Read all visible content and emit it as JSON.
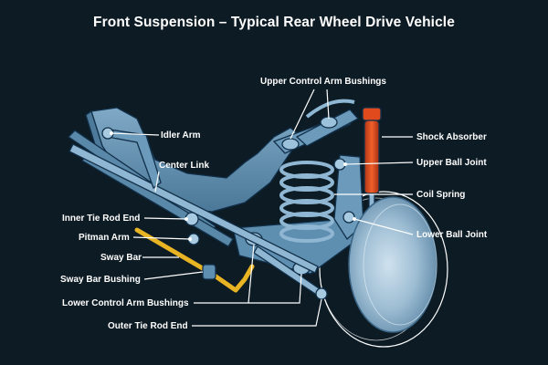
{
  "title": "Front Suspension – Typical Rear Wheel Drive Vehicle",
  "labels": {
    "upper_control_arm_bushings": "Upper Control Arm Bushings",
    "idler_arm": "Idler Arm",
    "center_link": "Center Link",
    "inner_tie_rod_end": "Inner Tie Rod End",
    "pitman_arm": "Pitman Arm",
    "sway_bar": "Sway Bar",
    "sway_bar_bushing": "Sway Bar Bushing",
    "lower_control_arm_bushings": "Lower Control Arm Bushings",
    "outer_tie_rod_end": "Outer Tie Rod End",
    "shock_absorber": "Shock Absorber",
    "upper_ball_joint": "Upper Ball Joint",
    "coil_spring": "Coil Spring",
    "lower_ball_joint": "Lower Ball Joint"
  },
  "colors": {
    "background": "#0d1b24",
    "frame": "#5e8fb0",
    "frame_dark": "#3f6d8f",
    "shock": "#e04a1c",
    "sway_bar": "#e8b423",
    "label": "#ffffff"
  }
}
